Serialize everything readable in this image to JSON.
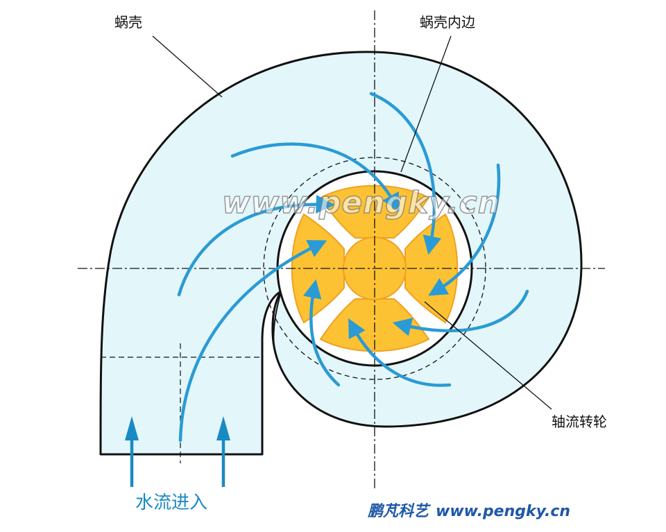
{
  "labels": {
    "volute": "蜗壳",
    "volute_inner_edge": "蜗壳内边",
    "axial_runner": "轴流转轮",
    "water_inflow": "水流进入"
  },
  "watermark": "www.pengky.cn",
  "footer": {
    "brand": "鹏芃科艺",
    "url": "www.pengky.cn"
  },
  "colors": {
    "volute_fill": "#e3f6fa",
    "volute_stroke": "#111111",
    "runner_fill": "#fdc233",
    "runner_stroke": "#f0a020",
    "flow_arrow": "#2a9bd4",
    "inflow_label": "#1a8ac4",
    "footer_text": "#1f58a8"
  }
}
